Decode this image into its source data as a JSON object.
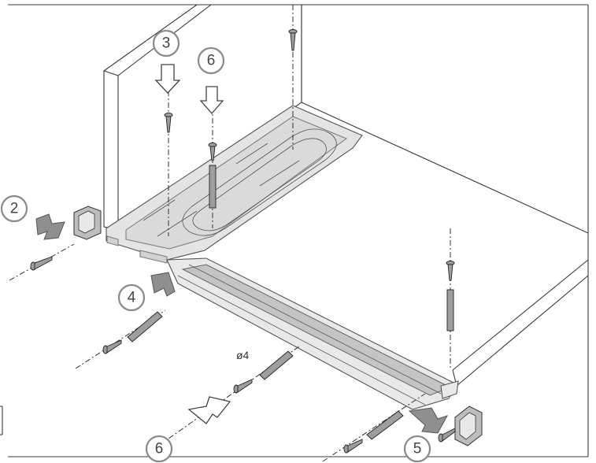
{
  "callouts": [
    {
      "id": "c3",
      "label": "3"
    },
    {
      "id": "c6-top",
      "label": "6"
    },
    {
      "id": "c2",
      "label": "2"
    },
    {
      "id": "c4",
      "label": "4"
    },
    {
      "id": "c6-bottom",
      "label": "6"
    },
    {
      "id": "c5",
      "label": "5"
    }
  ],
  "dimension": {
    "label": "ø4"
  }
}
